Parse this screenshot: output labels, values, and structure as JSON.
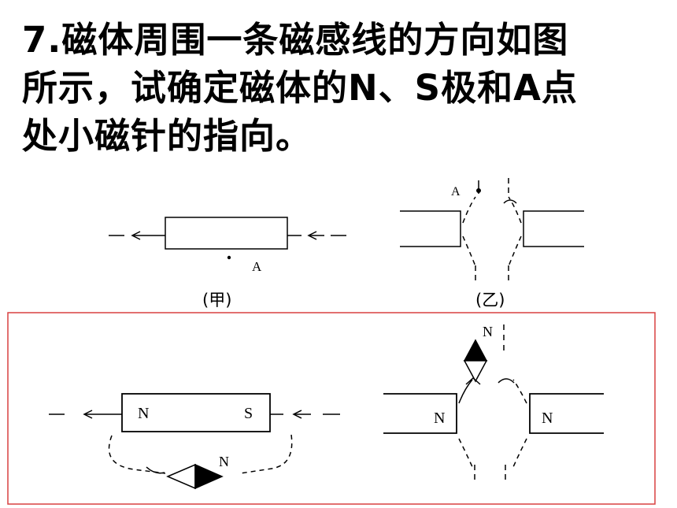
{
  "question": {
    "lines": [
      "7.磁体周围一条磁感线的方向如图",
      "所示，试确定磁体的N、S极和A点",
      "处小磁针的指向。"
    ]
  },
  "figures": {
    "jia_label": "(甲)",
    "yi_label": "(乙)",
    "point_label": "A",
    "yi_point_label": "A"
  },
  "answer": {
    "border_color": "#d94040",
    "left_magnet_left_pole": "N",
    "left_magnet_right_pole": "S",
    "left_needle_label": "N",
    "right_left_magnet_pole": "N",
    "right_right_magnet_pole": "N",
    "right_needle_label": "N"
  }
}
